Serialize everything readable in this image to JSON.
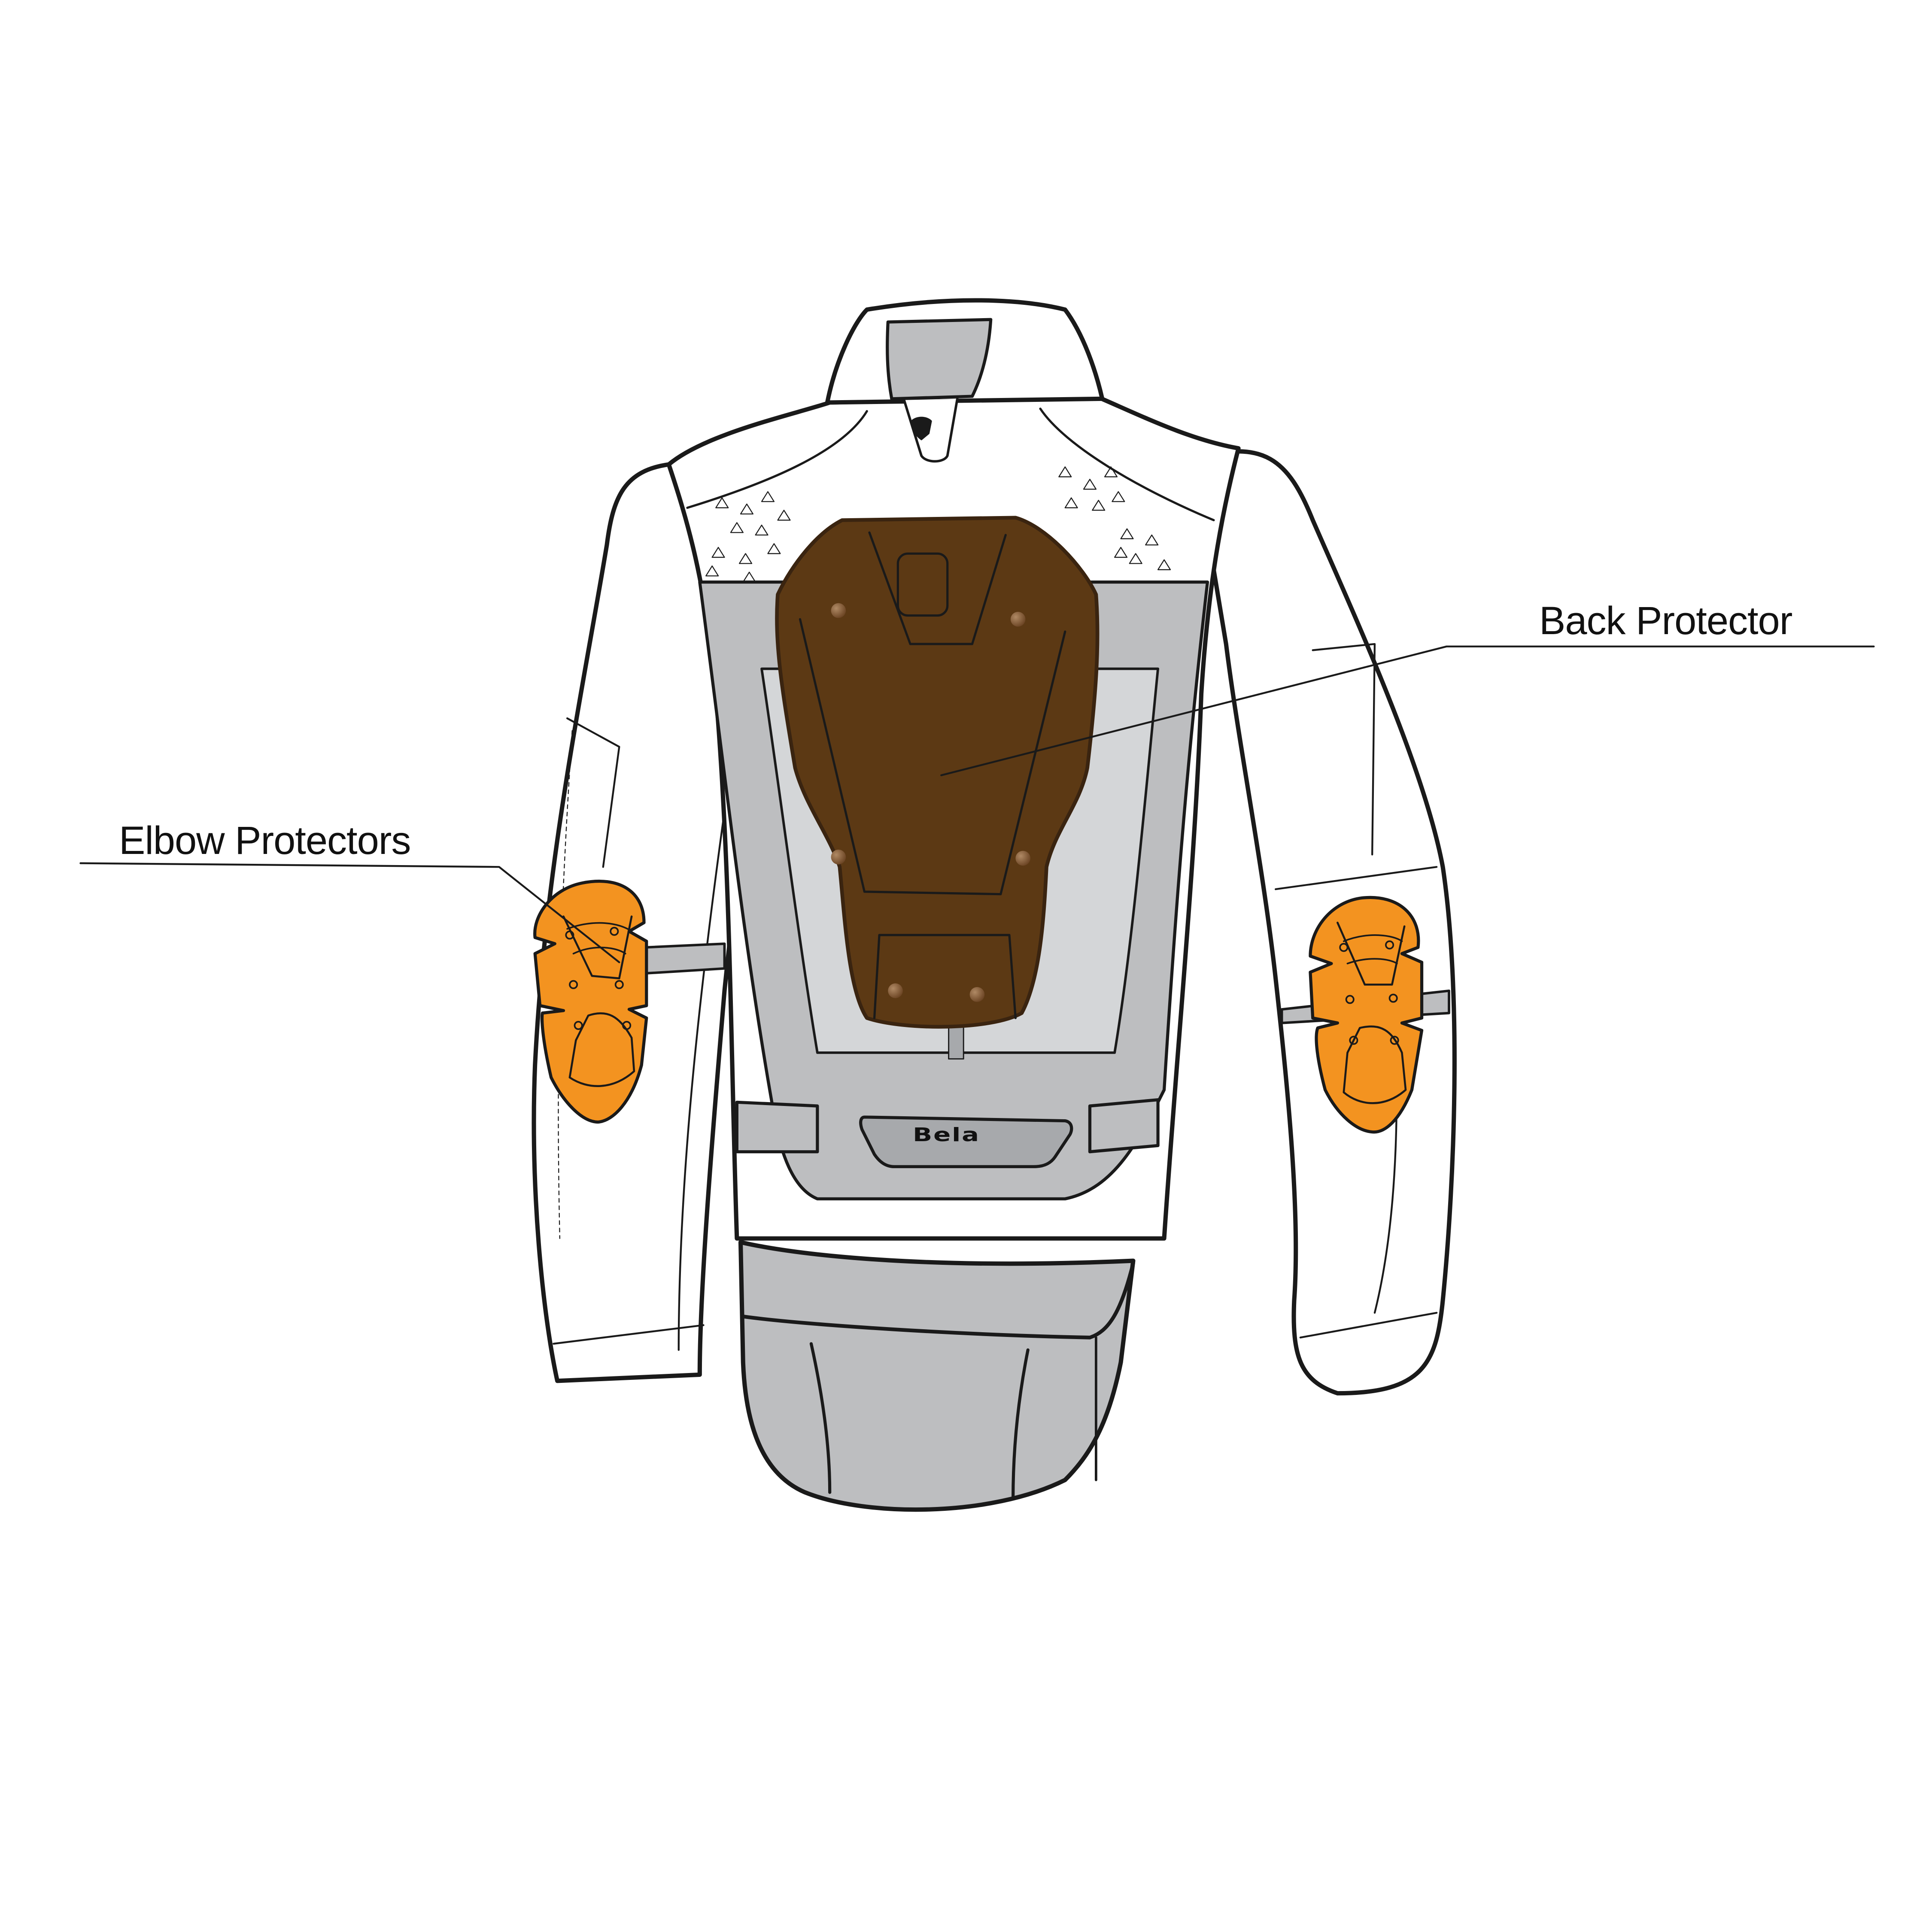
{
  "diagram": {
    "subject": "Motorcycle jacket - rear view with protector placement",
    "brand_badge_text": "Bela",
    "callouts": [
      {
        "id": "back",
        "label": "Back Protector"
      },
      {
        "id": "elbow",
        "label": "Elbow Protectors"
      }
    ],
    "colors": {
      "background": "#ffffff",
      "outline": "#1a1a1a",
      "jacket_body": "#ffffff",
      "panel_gray": "#bdbec0",
      "panel_light_gray": "#d4d6d8",
      "badge_gray": "#a7a9ac",
      "back_protector": "#5c3914",
      "elbow_protector": "#f39320",
      "rivet": "#8a6442"
    },
    "icons": {
      "collar_logo": "bear-head-icon",
      "ventilation": "perforation-triangles-icon"
    }
  }
}
